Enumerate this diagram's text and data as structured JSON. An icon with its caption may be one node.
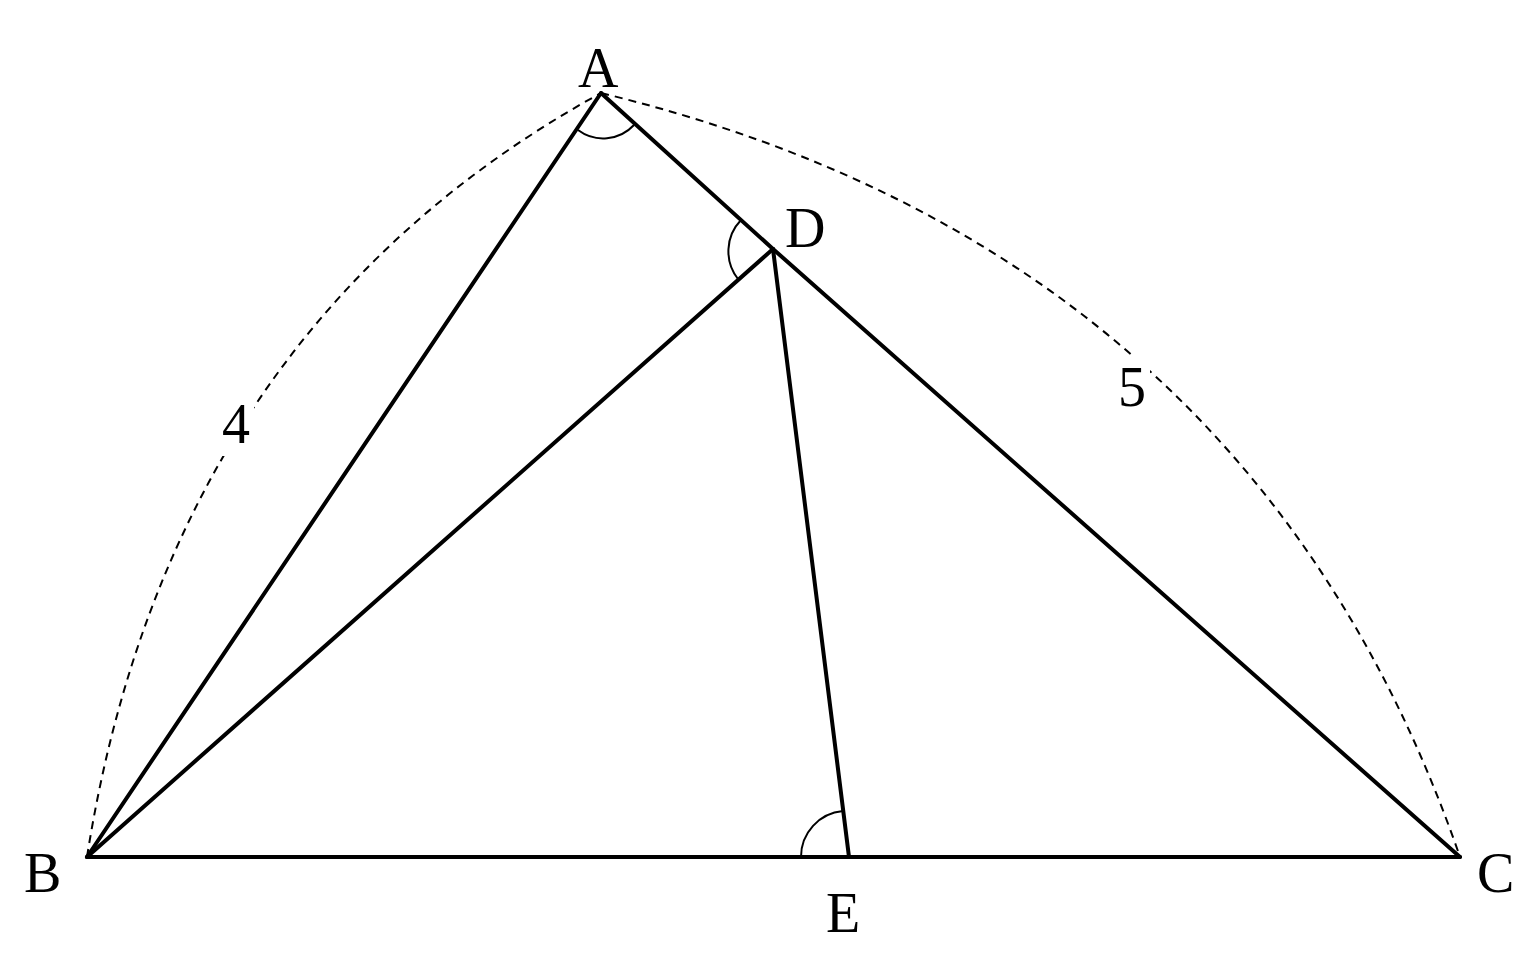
{
  "diagram": {
    "nodes": [
      {
        "text": [
          "A"
        ]
      },
      {
        "text": [
          "B"
        ]
      },
      {
        "text": [
          "C"
        ]
      },
      {
        "text": [
          "D"
        ]
      },
      {
        "text": [
          "E"
        ]
      }
    ],
    "edges": [
      {
        "from": 0,
        "to": 1,
        "arrow": "none"
      },
      {
        "from": 0,
        "to": 3,
        "arrow": "none"
      },
      {
        "from": 3,
        "to": 2,
        "arrow": "none"
      },
      {
        "from": 1,
        "to": 3,
        "arrow": "none"
      },
      {
        "from": 3,
        "to": 4,
        "arrow": "none"
      },
      {
        "from": 1,
        "to": 4,
        "arrow": "none"
      },
      {
        "from": 4,
        "to": 2,
        "arrow": "none"
      }
    ],
    "labels": [
      "4",
      "5"
    ]
  }
}
